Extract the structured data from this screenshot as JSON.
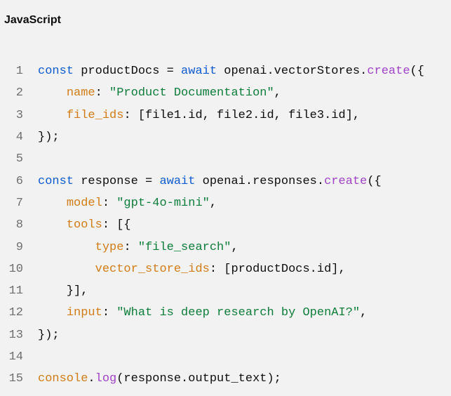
{
  "header": {
    "language": "JavaScript"
  },
  "colors": {
    "background": "#f2f2f2",
    "keyword": "#0d5bd0",
    "function": "#a142c9",
    "property": "#d27c16",
    "string": "#0d7d3a",
    "plain": "#0d0d0d",
    "line_number": "#6e6e6e"
  },
  "code": {
    "lines": [
      {
        "number": "1",
        "tokens": [
          {
            "t": "kw",
            "v": "const"
          },
          {
            "t": "pl",
            "v": " productDocs = "
          },
          {
            "t": "kw",
            "v": "await"
          },
          {
            "t": "pl",
            "v": " openai.vectorStores."
          },
          {
            "t": "fn",
            "v": "create"
          },
          {
            "t": "pl",
            "v": "({"
          }
        ]
      },
      {
        "number": "2",
        "tokens": [
          {
            "t": "pl",
            "v": "    "
          },
          {
            "t": "prop",
            "v": "name"
          },
          {
            "t": "pl",
            "v": ": "
          },
          {
            "t": "str",
            "v": "\"Product Documentation\""
          },
          {
            "t": "pl",
            "v": ","
          }
        ]
      },
      {
        "number": "3",
        "tokens": [
          {
            "t": "pl",
            "v": "    "
          },
          {
            "t": "prop",
            "v": "file_ids"
          },
          {
            "t": "pl",
            "v": ": [file1.id, file2.id, file3.id],"
          }
        ]
      },
      {
        "number": "4",
        "tokens": [
          {
            "t": "pl",
            "v": "});"
          }
        ]
      },
      {
        "number": "5",
        "tokens": []
      },
      {
        "number": "6",
        "tokens": [
          {
            "t": "kw",
            "v": "const"
          },
          {
            "t": "pl",
            "v": " response = "
          },
          {
            "t": "kw",
            "v": "await"
          },
          {
            "t": "pl",
            "v": " openai.responses."
          },
          {
            "t": "fn",
            "v": "create"
          },
          {
            "t": "pl",
            "v": "({"
          }
        ]
      },
      {
        "number": "7",
        "tokens": [
          {
            "t": "pl",
            "v": "    "
          },
          {
            "t": "prop",
            "v": "model"
          },
          {
            "t": "pl",
            "v": ": "
          },
          {
            "t": "str",
            "v": "\"gpt-4o-mini\""
          },
          {
            "t": "pl",
            "v": ","
          }
        ]
      },
      {
        "number": "8",
        "tokens": [
          {
            "t": "pl",
            "v": "    "
          },
          {
            "t": "prop",
            "v": "tools"
          },
          {
            "t": "pl",
            "v": ": [{"
          }
        ]
      },
      {
        "number": "9",
        "tokens": [
          {
            "t": "pl",
            "v": "        "
          },
          {
            "t": "prop",
            "v": "type"
          },
          {
            "t": "pl",
            "v": ": "
          },
          {
            "t": "str",
            "v": "\"file_search\""
          },
          {
            "t": "pl",
            "v": ","
          }
        ]
      },
      {
        "number": "10",
        "tokens": [
          {
            "t": "pl",
            "v": "        "
          },
          {
            "t": "prop",
            "v": "vector_store_ids"
          },
          {
            "t": "pl",
            "v": ": [productDocs.id],"
          }
        ]
      },
      {
        "number": "11",
        "tokens": [
          {
            "t": "pl",
            "v": "    }],"
          }
        ]
      },
      {
        "number": "12",
        "tokens": [
          {
            "t": "pl",
            "v": "    "
          },
          {
            "t": "prop",
            "v": "input"
          },
          {
            "t": "pl",
            "v": ": "
          },
          {
            "t": "str",
            "v": "\"What is deep research by OpenAI?\""
          },
          {
            "t": "pl",
            "v": ","
          }
        ]
      },
      {
        "number": "13",
        "tokens": [
          {
            "t": "pl",
            "v": "});"
          }
        ]
      },
      {
        "number": "14",
        "tokens": []
      },
      {
        "number": "15",
        "tokens": [
          {
            "t": "prop",
            "v": "console"
          },
          {
            "t": "pl",
            "v": "."
          },
          {
            "t": "fn",
            "v": "log"
          },
          {
            "t": "pl",
            "v": "(response.output_text);"
          }
        ]
      }
    ]
  }
}
